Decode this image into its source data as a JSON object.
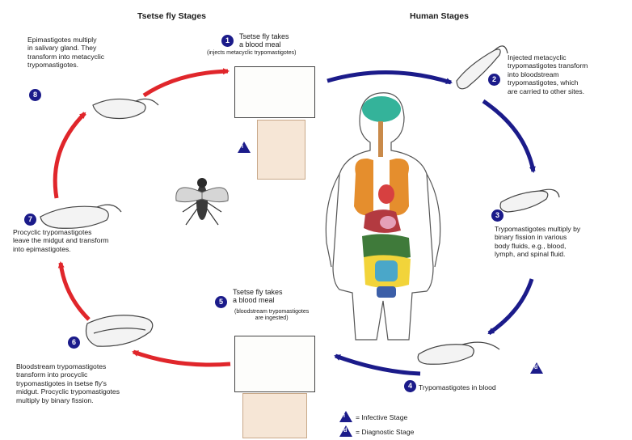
{
  "headers": {
    "tsetse": "Tsetse fly Stages",
    "human": "Human Stages"
  },
  "steps": {
    "s1_num": "1",
    "s1_title": "Tsetse fly takes\na blood meal",
    "s1_sub": "(injects metacyclic trypomastigotes)",
    "s2_num": "2",
    "s2_text": "Injected metacyclic\ntrypomastigotes transform\ninto bloodstream\ntrypomastigotes, which\nare carried to other sites.",
    "s3_num": "3",
    "s3_text": "Trypomastigotes multiply by\nbinary fission in various\nbody fluids, e.g., blood,\nlymph, and spinal fluid.",
    "s4_num": "4",
    "s4_text": "Trypomastigotes in blood",
    "s5_num": "5",
    "s5_title": "Tsetse fly takes\na blood meal",
    "s5_sub": "(bloodstream trypomastigotes\nare ingested)",
    "s6_num": "6",
    "s6_text": "Bloodstream trypomastigotes\ntransform into procyclic\ntrypomastigotes in tsetse fly's\nmidgut. Procyclic trypomastigotes\nmultiply by binary fission.",
    "s7_num": "7",
    "s7_text": "Procyclic trypomastigotes\nleave the midgut and transform\ninto epimastigotes.",
    "s8_num": "8",
    "s8_text": "Epimastigotes multiply\nin salivary gland. They\ntransform into metacyclic\ntrypomastigotes."
  },
  "legend": {
    "infective_marker": "i",
    "diagnostic_marker": "d",
    "infective_label": "= Infective Stage",
    "diagnostic_label": "= Diagnostic Stage"
  },
  "colors": {
    "tsetse_arrow": "#e0262b",
    "human_arrow": "#1b1b8a"
  }
}
